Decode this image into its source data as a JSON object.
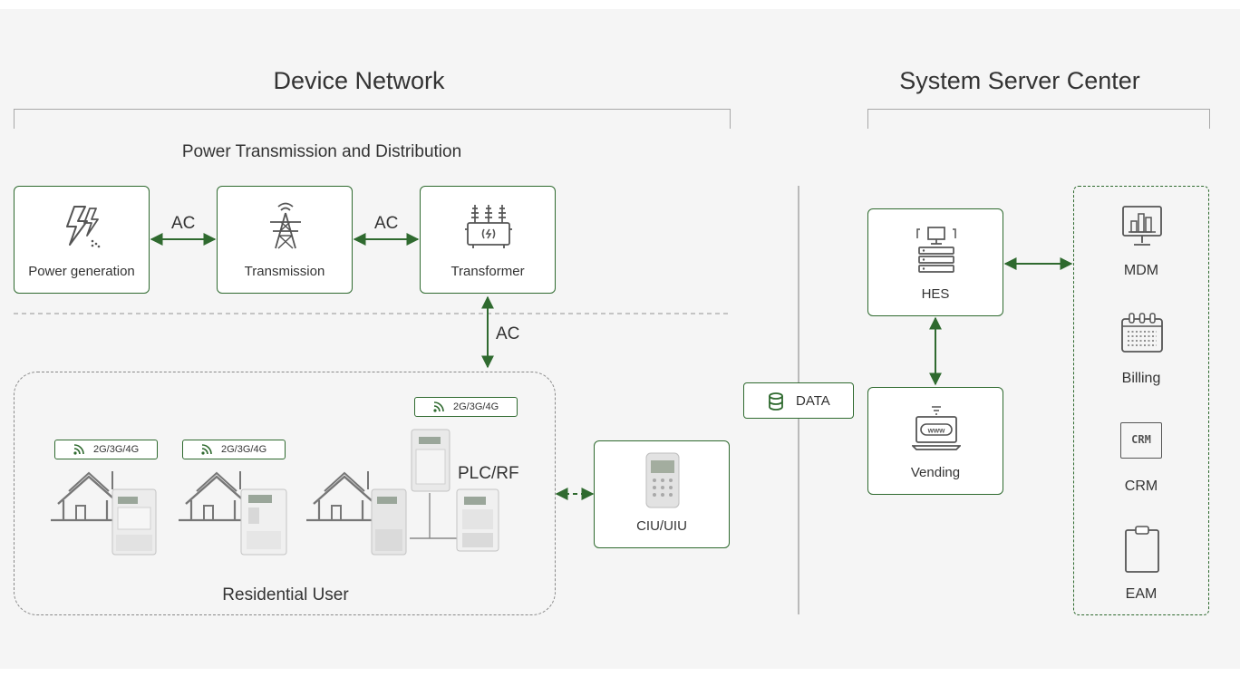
{
  "headers": {
    "device_network": "Device Network",
    "system_server_center": "System Server Center",
    "power_td": "Power Transmission and Distribution"
  },
  "nodes": {
    "power_generation": "Power generation",
    "transmission": "Transmission",
    "transformer": "Transformer",
    "ciu_uiu": "CIU/UIU",
    "data": "DATA",
    "hes": "HES",
    "vending": "Vending"
  },
  "links": {
    "ac_1": "AC",
    "ac_2": "AC",
    "ac_3": "AC",
    "plc_rf": "PLC/RF"
  },
  "residential": {
    "label": "Residential User",
    "network_tags": [
      "2G/3G/4G",
      "2G/3G/4G",
      "2G/3G/4G"
    ]
  },
  "servers": {
    "items": [
      "MDM",
      "Billing",
      "CRM",
      "EAM"
    ],
    "crm_icon_text": "CRM"
  },
  "colors": {
    "accent_green": "#2f6a2f",
    "icon_gray": "#555555",
    "panel_bg": "#f5f5f5"
  }
}
